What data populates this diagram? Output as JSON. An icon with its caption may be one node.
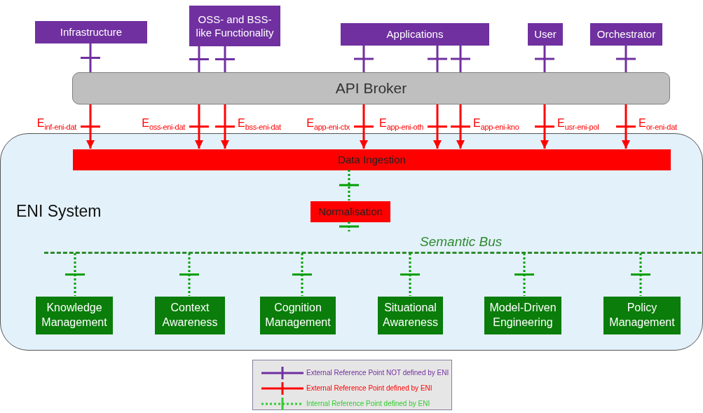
{
  "diagram": {
    "nodes": [
      {
        "text": [
          "Infrastructure"
        ]
      },
      {
        "text": [
          "OSS- and BSS-like Functionality"
        ]
      },
      {
        "text": [
          "Applications"
        ]
      },
      {
        "text": [
          "User"
        ]
      },
      {
        "text": [
          "Orchestrator"
        ]
      },
      {
        "text": [
          "API Broker"
        ]
      },
      {
        "text": [
          "ENI System"
        ]
      },
      {
        "text": [
          "Data Ingestion"
        ],
        "in": 6
      },
      {
        "text": [
          "Normalisation"
        ],
        "in": 6
      },
      {
        "text": [
          "Semantic Bus"
        ],
        "in": 6
      },
      {
        "text": [
          "Knowledge Management"
        ],
        "in": 6
      },
      {
        "text": [
          "Context Awareness"
        ],
        "in": 6
      },
      {
        "text": [
          "Cognition Management"
        ],
        "in": 6
      },
      {
        "text": [
          "Situational Awareness"
        ],
        "in": 6
      },
      {
        "text": [
          "Model-Driven Engineering"
        ],
        "in": 6
      },
      {
        "text": [
          "Policy Management"
        ],
        "in": 6
      }
    ],
    "edges": [
      {
        "from": 0,
        "to": 5,
        "arrow": "none",
        "color": "#7030a0"
      },
      {
        "from": 5,
        "to": 7,
        "arrow": "to",
        "label": "E$_{inf-eni-dat}$",
        "color": "#ff0000"
      },
      {
        "from": 1,
        "to": 5,
        "arrow": "none",
        "color": "#7030a0"
      },
      {
        "from": 5,
        "to": 7,
        "arrow": "to",
        "label": "E$_{oss-eni-dat}$",
        "color": "#ff0000"
      },
      {
        "from": 1,
        "to": 5,
        "arrow": "none",
        "color": "#7030a0"
      },
      {
        "from": 5,
        "to": 7,
        "arrow": "to",
        "label": "E$_{bss-eni-dat}$",
        "color": "#ff0000"
      },
      {
        "from": 2,
        "to": 5,
        "arrow": "none",
        "color": "#7030a0"
      },
      {
        "from": 5,
        "to": 7,
        "arrow": "to",
        "label": "E$_{app-eni-ctx}$",
        "color": "#ff0000"
      },
      {
        "from": 2,
        "to": 5,
        "arrow": "none",
        "color": "#7030a0"
      },
      {
        "from": 5,
        "to": 7,
        "arrow": "to",
        "label": "E$_{app-eni-oth}$",
        "color": "#ff0000"
      },
      {
        "from": 2,
        "to": 5,
        "arrow": "none",
        "color": "#7030a0"
      },
      {
        "from": 5,
        "to": 7,
        "arrow": "to",
        "label": "E$_{app-eni-kno}$",
        "color": "#ff0000"
      },
      {
        "from": 3,
        "to": 5,
        "arrow": "none",
        "color": "#7030a0"
      },
      {
        "from": 5,
        "to": 7,
        "arrow": "to",
        "label": "E$_{usr-eni-pol}$",
        "color": "#ff0000"
      },
      {
        "from": 4,
        "to": 5,
        "arrow": "none",
        "color": "#7030a0"
      },
      {
        "from": 5,
        "to": 7,
        "arrow": "to",
        "label": "E$_{or-eni-dat}$",
        "color": "#ff0000"
      },
      {
        "from": 7,
        "to": 8,
        "arrow": "none",
        "style": "dashed",
        "color": "#00a000"
      },
      {
        "from": 8,
        "to": 9,
        "arrow": "none",
        "style": "dashed",
        "color": "#00a000"
      },
      {
        "from": 9,
        "to": 10,
        "arrow": "none",
        "style": "dashed",
        "color": "#00a000"
      },
      {
        "from": 9,
        "to": 11,
        "arrow": "none",
        "style": "dashed",
        "color": "#00a000"
      },
      {
        "from": 9,
        "to": 12,
        "arrow": "none",
        "style": "dashed",
        "color": "#00a000"
      },
      {
        "from": 9,
        "to": 13,
        "arrow": "none",
        "style": "dashed",
        "color": "#00a000"
      },
      {
        "from": 9,
        "to": 14,
        "arrow": "none",
        "style": "dashed",
        "color": "#00a000"
      },
      {
        "from": 9,
        "to": 15,
        "arrow": "none",
        "style": "dashed",
        "color": "#00a000"
      }
    ],
    "legend": [
      {
        "text": "External Reference Point NOT defined by ENI"
      },
      {
        "text": "External Reference Point defined by ENI"
      },
      {
        "text": "Internal Reference Point defined by ENI"
      }
    ]
  }
}
